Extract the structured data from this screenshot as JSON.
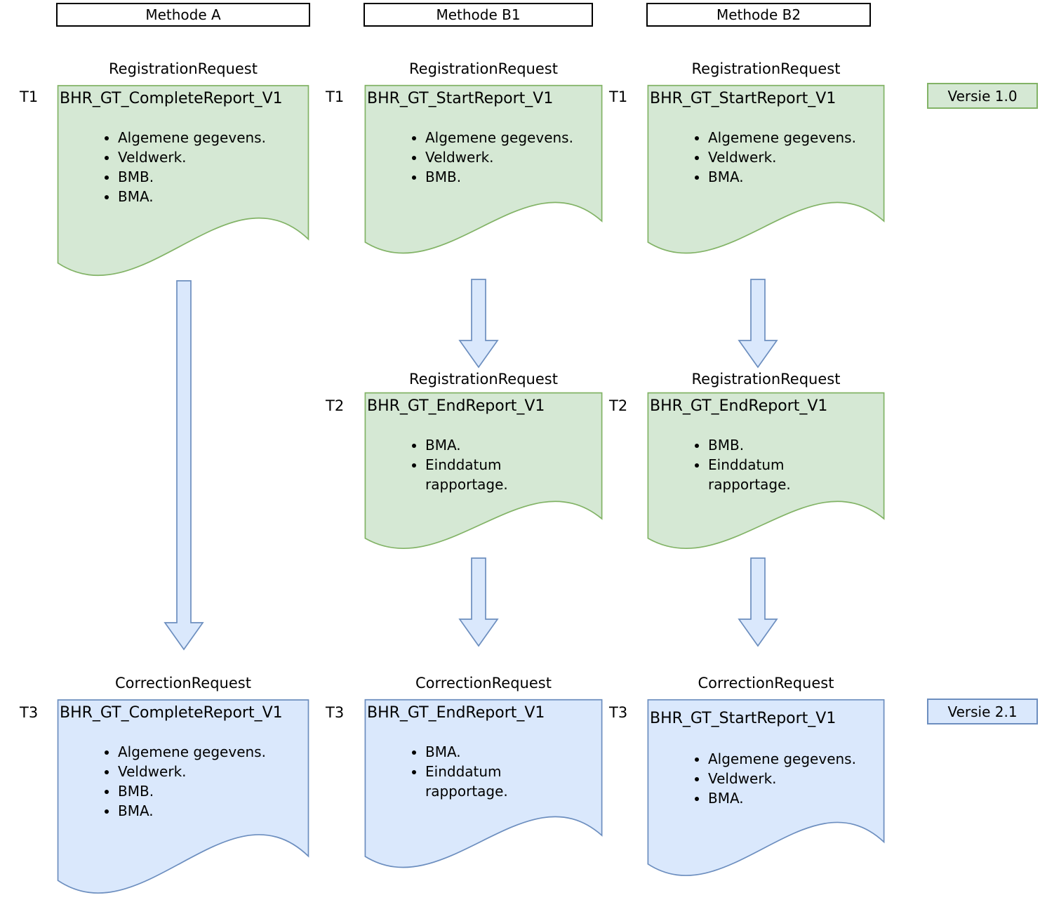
{
  "colors": {
    "doc_green_fill": "#d5e8d4",
    "doc_green_stroke": "#82b366",
    "doc_blue_fill": "#dae8fc",
    "doc_blue_stroke": "#6c8ebf",
    "header_border": "#000000"
  },
  "headers": [
    {
      "label": "Methode A"
    },
    {
      "label": "Methode B1"
    },
    {
      "label": "Methode B2"
    }
  ],
  "versions": [
    {
      "label": "Versie 1.0",
      "color": "green"
    },
    {
      "label": "Versie 2.1",
      "color": "blue"
    }
  ],
  "documents": {
    "a_t1": {
      "time": "T1",
      "request_type": "RegistrationRequest",
      "title": "BHR_GT_CompleteReport_V1",
      "bullets": [
        "Algemene gegevens.",
        "Veldwerk.",
        "BMB.",
        "BMA."
      ],
      "color": "green"
    },
    "b1_t1": {
      "time": "T1",
      "request_type": "RegistrationRequest",
      "title": "BHR_GT_StartReport_V1",
      "bullets": [
        "Algemene gegevens.",
        "Veldwerk.",
        "BMB."
      ],
      "color": "green"
    },
    "b2_t1": {
      "time": "T1",
      "request_type": "RegistrationRequest",
      "title": "BHR_GT_StartReport_V1",
      "bullets": [
        "Algemene gegevens.",
        "Veldwerk.",
        "BMA."
      ],
      "color": "green"
    },
    "b1_t2": {
      "time": "T2",
      "request_type": "RegistrationRequest",
      "title": "BHR_GT_EndReport_V1",
      "bullets": [
        "BMA.",
        "Einddatum rapportage."
      ],
      "color": "green"
    },
    "b2_t2": {
      "time": "T2",
      "request_type": "RegistrationRequest",
      "title": "BHR_GT_EndReport_V1",
      "bullets": [
        "BMB.",
        "Einddatum rapportage."
      ],
      "color": "green"
    },
    "a_t3": {
      "time": "T3",
      "request_type": "CorrectionRequest",
      "title": "BHR_GT_CompleteReport_V1",
      "bullets": [
        "Algemene gegevens.",
        "Veldwerk.",
        "BMB.",
        "BMA."
      ],
      "color": "blue"
    },
    "b1_t3": {
      "time": "T3",
      "request_type": "CorrectionRequest",
      "title": "BHR_GT_EndReport_V1",
      "bullets": [
        "BMA.",
        "Einddatum rapportage."
      ],
      "color": "blue"
    },
    "b2_t3": {
      "time": "T3",
      "request_type": "CorrectionRequest",
      "title": "BHR_GT_StartReport_V1",
      "bullets": [
        "Algemene gegevens.",
        "Veldwerk.",
        "BMA."
      ],
      "color": "blue"
    }
  }
}
